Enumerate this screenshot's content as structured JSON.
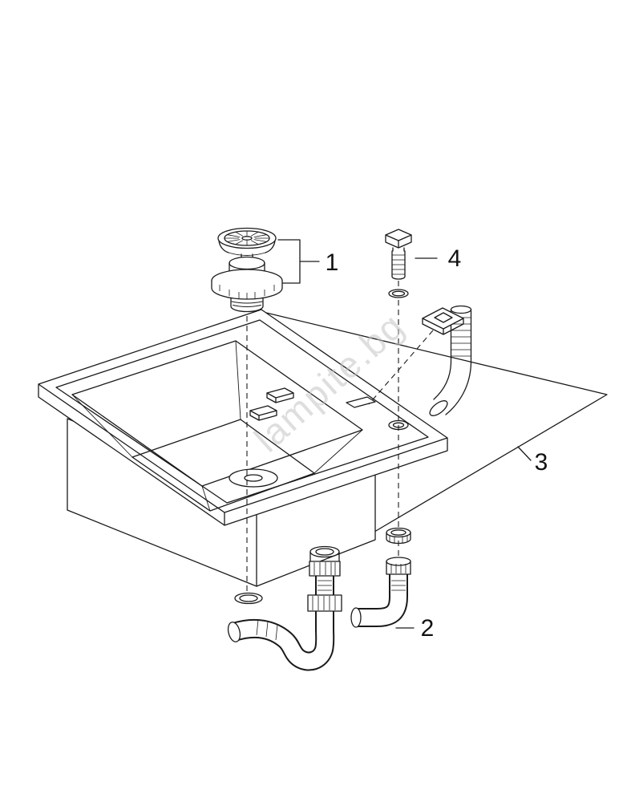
{
  "watermark": {
    "text": "lampite.bg"
  },
  "labels": {
    "part1": "1",
    "part2": "2",
    "part3": "3",
    "part4": "4"
  }
}
